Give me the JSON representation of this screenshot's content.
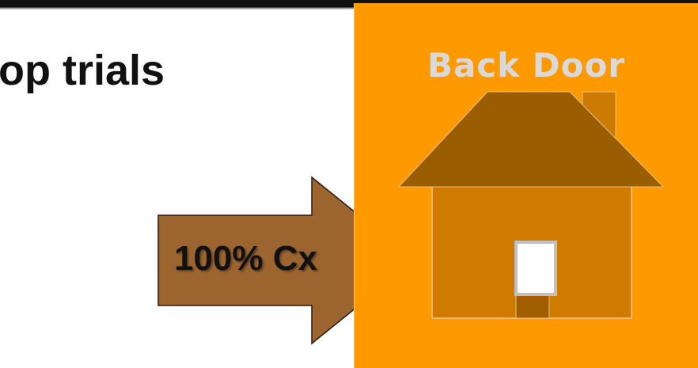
{
  "slide": {
    "title": "op trials"
  },
  "arrow": {
    "label": "100% Cx",
    "fill_color": "#9c6530"
  },
  "house_panel": {
    "label": "Back Door",
    "background_color": "#fe9900",
    "roof_color": "#9a5d00",
    "wall_color": "#d07a00",
    "door_color": "#ffffff",
    "step_color": "#a05e00",
    "house_icon": "house-icon"
  }
}
